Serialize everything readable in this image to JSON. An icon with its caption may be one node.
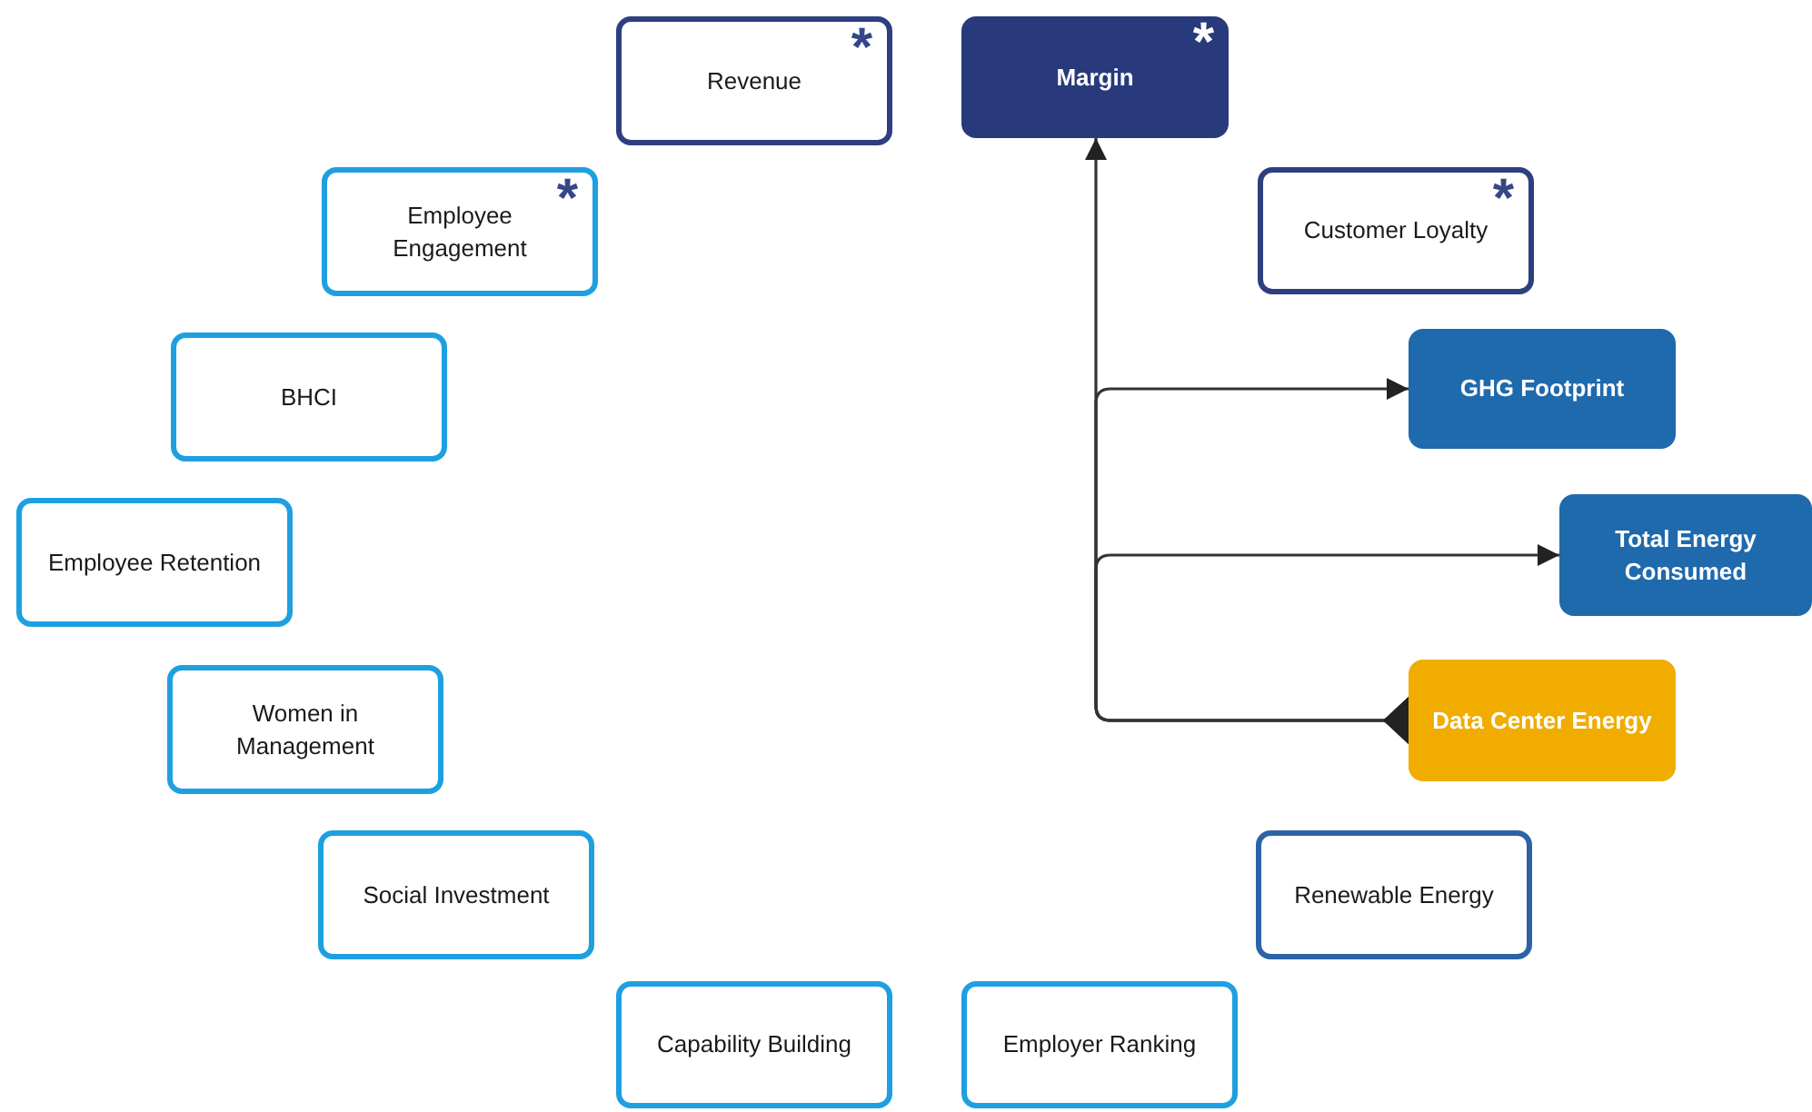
{
  "diagram": {
    "nodes": [
      {
        "text": [
          "*",
          "Revenue"
        ]
      },
      {
        "text": [
          "*",
          "Margin"
        ]
      },
      {
        "text": [
          "*",
          "Employee Engagement"
        ]
      },
      {
        "text": [
          "*",
          "Customer Loyalty"
        ]
      },
      {
        "text": [
          "BHCI"
        ]
      },
      {
        "text": [
          "GHG Footprint"
        ]
      },
      {
        "text": [
          "Employee Retention"
        ]
      },
      {
        "text": [
          "Total Energy Consumed"
        ]
      },
      {
        "text": [
          "Women in Management"
        ]
      },
      {
        "text": [
          "Data Center Energy"
        ]
      },
      {
        "text": [
          "Social Investment"
        ]
      },
      {
        "text": [
          "Renewable Energy"
        ]
      },
      {
        "text": [
          "Capability Building"
        ]
      },
      {
        "text": [
          "Employer Ranking"
        ]
      }
    ],
    "edges": [
      {
        "from": 9,
        "to": 1,
        "arrow": "to"
      },
      {
        "from": 9,
        "to": 5,
        "arrow": "to"
      },
      {
        "from": 9,
        "to": 7,
        "arrow": "to"
      }
    ]
  }
}
